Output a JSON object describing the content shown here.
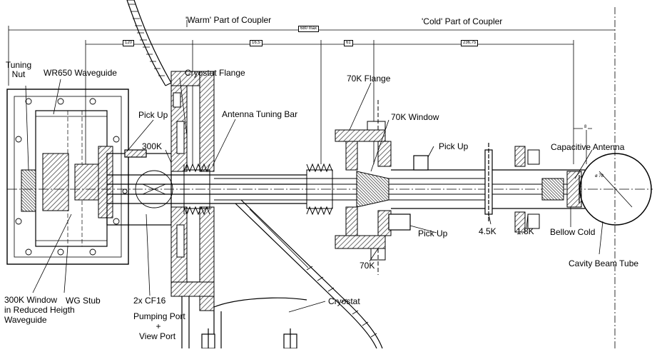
{
  "labels": {
    "warm_part": "'Warm' Part of Coupler",
    "cold_part": "'Cold' Part of Coupler",
    "tuning_nut_1": "Tuning",
    "tuning_nut_2": "Nut",
    "wr650": "WR650 Waveguide",
    "cryostat_flange": "Cryostat Flange",
    "flange_70k": "70K Flange",
    "window_70k": "70K Window",
    "pick_up_left": "Pick Up",
    "antenna_tuning_bar": "Antenna Tuning Bar",
    "k300": "300K",
    "pick_up_right_top": "Pick Up",
    "capacitive_antenna": "Capacitive Antenna",
    "pick_up_right_bottom": "Pick Up",
    "k4_5": "4.5K",
    "k1_8": "1.8K",
    "bellow_cold": "Bellow Cold",
    "k70_bottom": "70K",
    "cavity_beam_tube": "Cavity Beam Tube",
    "window_300k_1": "300K Window",
    "window_300k_2": "in Reduced Heigth",
    "window_300k_3": "Waveguide",
    "wg_stub": "WG Stub",
    "cf16": "2x CF16",
    "pumping_port": "Pumping Port",
    "plus": "+",
    "view_port": "View  Port",
    "cryostat": "Cryostat"
  },
  "dimensions": {
    "overall": "680 max",
    "d1": "120",
    "d2": "16,5",
    "d3": "61",
    "d4": "236,75",
    "d5": "8",
    "d6": "ø 78"
  },
  "colors": {
    "ink": "#000000",
    "paper": "#ffffff",
    "hatch": "#6e6e6e"
  }
}
